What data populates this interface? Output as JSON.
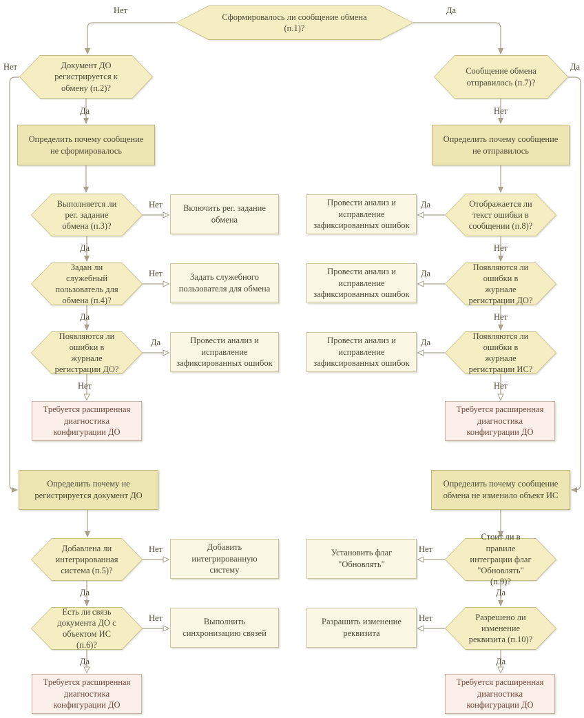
{
  "diagram": {
    "labels": {
      "yes": "Да",
      "no": "Нет"
    },
    "colors": {
      "hexagon_fill": "#F5EEC3",
      "hexagon_border": "#C3BB86",
      "process_fill": "#EDE5B2",
      "process_border": "#BDB57E",
      "action_fill": "#FAF7E4",
      "action_border": "#CCC6A0",
      "terminal_fill": "#FCEEE8",
      "terminal_border": "#C9B0A4",
      "line": "#A8A28A",
      "text": "#4C4936",
      "terminal_text": "#6F4A3A"
    },
    "nodes": {
      "p1": "Сформировалось ли сообщение обмена (п.1)?",
      "p2": "Документ ДО регистрируется к обмену (п.2)?",
      "det_left_top": "Определить почему сообщение не сформировалось",
      "p3": "Выполняется ли рег. задание обмена (п.3)?",
      "act_p3": "Включить рег. задание обмена",
      "p4": "Задан ли служебный пользователь для обмена (п.4)?",
      "act_p4": "Задать служебного пользователя для обмена",
      "err_do_left": "Появляются ли ошибки в журнале регистрации ДО?",
      "act_fix_left": "Провести анализ и исправление зафиксированных ошибок",
      "diag_left_top": "Требуется расширенная диагностика конфигурации ДО",
      "det_left_bottom": "Определить почему не регистрируется документ ДО",
      "p5": "Добавлена ли интегрированная система (п.5)?",
      "act_p5": "Добавить интегрированную систему",
      "p6": "Есть ли связь документа ДО с объектом ИС (п.6)?",
      "act_p6": "Выполнить синхронизацию связей",
      "diag_left_bottom": "Требуется расширенная диагностика конфигурации ДО",
      "p7": "Сообщение обмена отправилось (п.7)?",
      "det_right_top": "Определить почему сообщение не отправилось",
      "p8": "Отображается ли текст ошибки в сообщении (п.8)?",
      "act_fix_r1": "Провести анализ и исправление зафиксированных ошибок",
      "err_do_right": "Появляются ли ошибки в журнале регистрации ДО?",
      "act_fix_r2": "Провести анализ и исправление зафиксированных ошибок",
      "err_is_right": "Появляются ли ошибки в журнале регистрации ИС?",
      "act_fix_r3": "Провести анализ и исправление зафиксированных ошибок",
      "diag_right_top": "Требуется расширенная диагностика конфигурации ДО",
      "det_right_bottom": "Определить почему сообщение обмена не изменило объект ИС",
      "p9": "Стоит ли в правиле интеграции флаг \"Обновлять\" (п.9)?",
      "act_p9": "Установить флаг \"Обновлять\"",
      "p10": "Разрешено ли изменение реквизита (п.10)?",
      "act_p10": "Разрашить изменение реквизита",
      "diag_right_bottom": "Требуется расширенная диагностика конфигурации ДО"
    },
    "edges": [
      {
        "from": "p1",
        "to": "p2",
        "label": "Нет"
      },
      {
        "from": "p1",
        "to": "p7",
        "label": "Да"
      },
      {
        "from": "p2",
        "to": "det_left_top",
        "label": "Да"
      },
      {
        "from": "p2",
        "to": "det_left_bottom",
        "label": "Нет"
      },
      {
        "from": "det_left_top",
        "to": "p3",
        "label": ""
      },
      {
        "from": "p3",
        "to": "act_p3",
        "label": "Нет"
      },
      {
        "from": "p3",
        "to": "p4",
        "label": "Да"
      },
      {
        "from": "p4",
        "to": "act_p4",
        "label": "Нет"
      },
      {
        "from": "p4",
        "to": "err_do_left",
        "label": "Да"
      },
      {
        "from": "err_do_left",
        "to": "act_fix_left",
        "label": "Да"
      },
      {
        "from": "err_do_left",
        "to": "diag_left_top",
        "label": "Нет"
      },
      {
        "from": "det_left_bottom",
        "to": "p5",
        "label": ""
      },
      {
        "from": "p5",
        "to": "act_p5",
        "label": "Нет"
      },
      {
        "from": "p5",
        "to": "p6",
        "label": "Да"
      },
      {
        "from": "p6",
        "to": "act_p6",
        "label": "Нет"
      },
      {
        "from": "p6",
        "to": "diag_left_bottom",
        "label": "Да"
      },
      {
        "from": "p7",
        "to": "det_right_top",
        "label": "Нет"
      },
      {
        "from": "p7",
        "to": "det_right_bottom",
        "label": "Да"
      },
      {
        "from": "det_right_top",
        "to": "p8",
        "label": ""
      },
      {
        "from": "p8",
        "to": "act_fix_r1",
        "label": "Да"
      },
      {
        "from": "p8",
        "to": "err_do_right",
        "label": "Нет"
      },
      {
        "from": "err_do_right",
        "to": "act_fix_r2",
        "label": "Да"
      },
      {
        "from": "err_do_right",
        "to": "err_is_right",
        "label": "Нет"
      },
      {
        "from": "err_is_right",
        "to": "act_fix_r3",
        "label": "Да"
      },
      {
        "from": "err_is_right",
        "to": "diag_right_top",
        "label": "Нет"
      },
      {
        "from": "det_right_bottom",
        "to": "p9",
        "label": ""
      },
      {
        "from": "p9",
        "to": "act_p9",
        "label": "Нет"
      },
      {
        "from": "p9",
        "to": "p10",
        "label": "Да"
      },
      {
        "from": "p10",
        "to": "act_p10",
        "label": "Нет"
      },
      {
        "from": "p10",
        "to": "diag_right_bottom",
        "label": "Да"
      }
    ]
  }
}
